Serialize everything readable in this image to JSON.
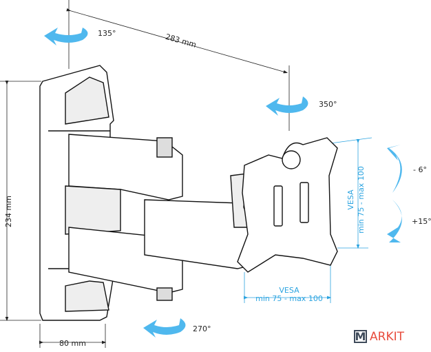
{
  "labels": {
    "rotation_top": "135°",
    "arm_length": "283 mm",
    "rotation_head": "350°",
    "height": "234 mm",
    "plate_width": "80 mm",
    "rotation_bottom": "270°",
    "tilt_up": "- 6°",
    "tilt_down": "+15°"
  },
  "vesa_vertical": {
    "title": "VESA",
    "range": "min 75 - max 100"
  },
  "vesa_horizontal": {
    "title": "VESA",
    "range": "min 75 - max 100"
  },
  "logo": {
    "mark": "M",
    "rest": "ARKIT"
  },
  "colors": {
    "arrow": "#4fb8ee",
    "dimension": "#2aa3e0",
    "logo_box": "#3e4a5a",
    "logo_text": "#e84c3d"
  }
}
